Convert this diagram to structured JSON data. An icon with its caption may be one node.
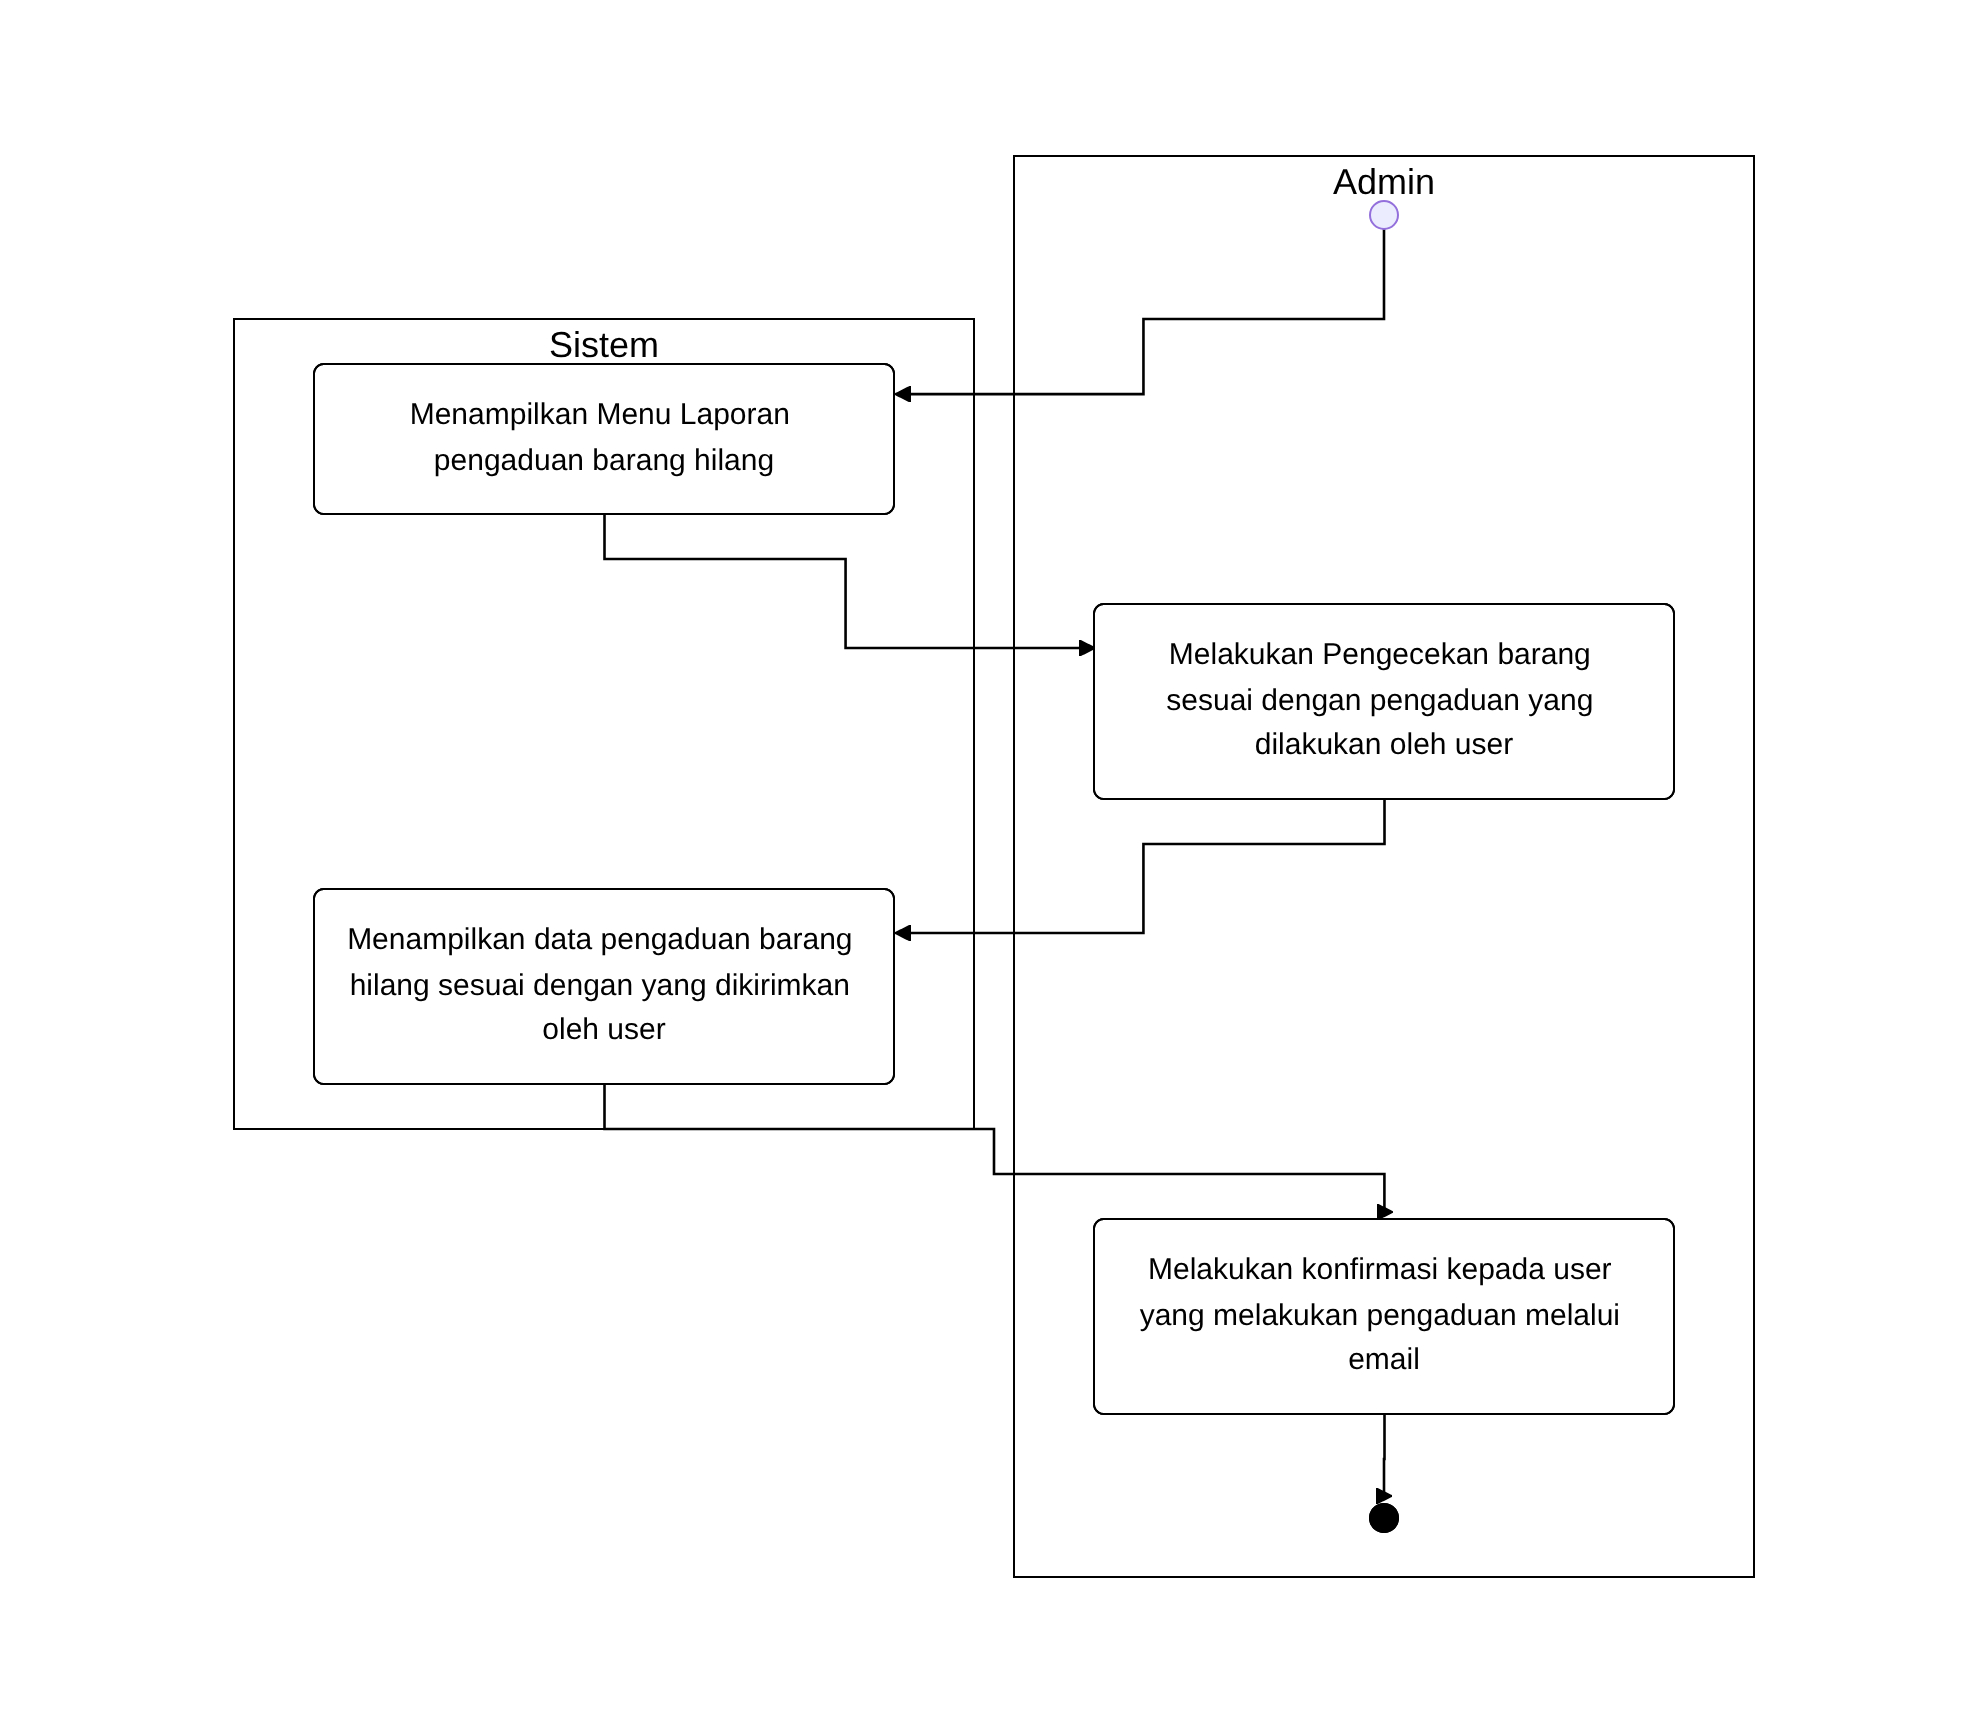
{
  "diagram": {
    "nodes": [
      {
        "text": [
          "Admin"
        ]
      },
      {
        "text": [
          "Sistem"
        ]
      },
      {
        "text": [],
        "shape": "circle",
        "in": 0
      },
      {
        "text": [
          "Menampilkan Menu Laporan pengaduan barang hilang"
        ],
        "in": 1
      },
      {
        "text": [
          "Melakukan Pengecekan barang sesuai dengan pengaduan yang dilakukan oleh user"
        ],
        "in": 0
      },
      {
        "text": [
          "Menampilkan data pengaduan barang hilang sesuai dengan yang dikirimkan oleh user"
        ],
        "in": 1
      },
      {
        "text": [
          "Melakukan konfirmasi kepada user yang melakukan pengaduan melalui email"
        ],
        "in": 0
      },
      {
        "text": [],
        "shape": "bullseye",
        "in": 0
      }
    ],
    "edges": [
      {
        "from": 2,
        "to": 3,
        "arrow": "to"
      },
      {
        "from": 3,
        "to": 4,
        "arrow": "to"
      },
      {
        "from": 4,
        "to": 5,
        "arrow": "to"
      },
      {
        "from": 5,
        "to": 6,
        "arrow": "to"
      },
      {
        "from": 6,
        "to": 7,
        "arrow": "to"
      }
    ]
  }
}
